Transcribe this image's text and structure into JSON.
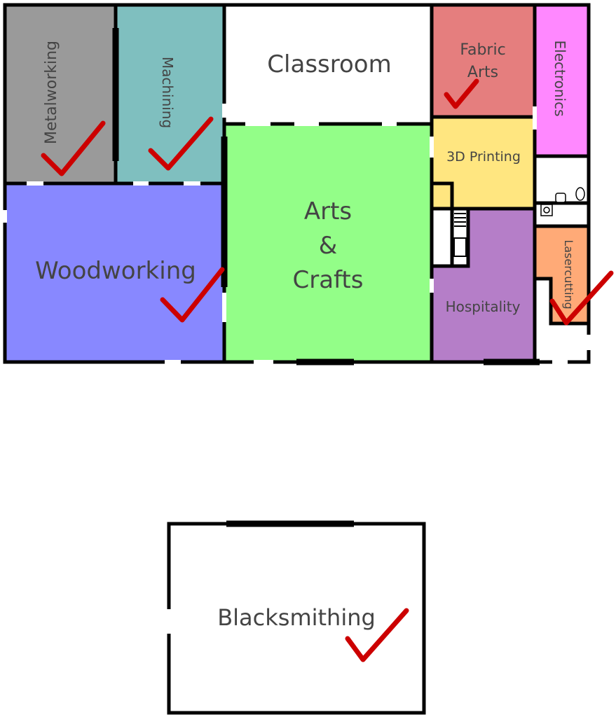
{
  "colors": {
    "metalworking": "#9a9a9a",
    "machining": "#7fbfbf",
    "classroom": "#ffffff",
    "fabric_arts": "#e57e7e",
    "electronics": "#ff88ff",
    "printing_3d": "#ffe680",
    "woodworking": "#8888ff",
    "arts_crafts": "#93fe88",
    "hospitality": "#b57ec8",
    "lasercutting": "#ffaa77",
    "blacksmithing": "#ffffff",
    "check": "#cc0000"
  },
  "rooms": {
    "metalworking": {
      "label": "Metalworking",
      "checked": true
    },
    "machining": {
      "label": "Machining",
      "checked": true
    },
    "classroom": {
      "label": "Classroom",
      "checked": false
    },
    "fabric_arts": {
      "label_line1": "Fabric",
      "label_line2": "Arts",
      "checked": true
    },
    "electronics": {
      "label": "Electronics",
      "checked": false
    },
    "printing_3d": {
      "label": "3D Printing",
      "checked": false
    },
    "woodworking": {
      "label": "Woodworking",
      "checked": true
    },
    "arts_crafts": {
      "label_line1": "Arts",
      "label_line2": "&",
      "label_line3": "Crafts",
      "checked": false
    },
    "hospitality": {
      "label": "Hospitality",
      "checked": false
    },
    "lasercutting": {
      "label": "Lasercutting",
      "checked": true
    },
    "blacksmithing": {
      "label": "Blacksmithing",
      "checked": true
    }
  },
  "icons": [
    "check-mark-icon",
    "toilet-icon",
    "sink-icon",
    "stairs-icon"
  ]
}
